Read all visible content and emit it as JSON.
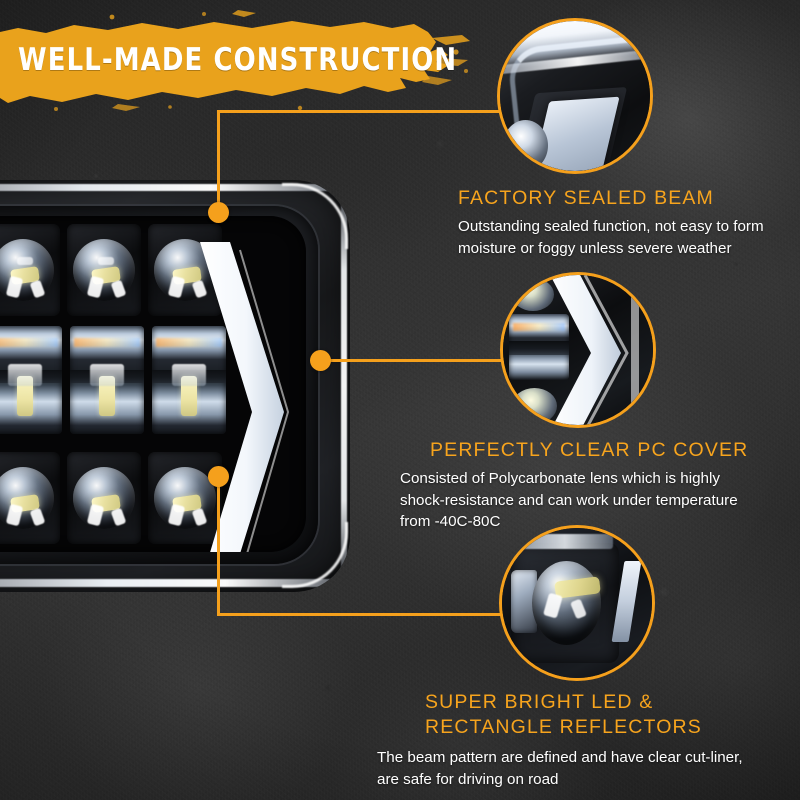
{
  "banner": {
    "title": "WELL-MADE CONSTRUCTION",
    "color": "#E9A21C",
    "text_color": "#FFFFFF"
  },
  "theme": {
    "accent": "#F5A01C",
    "heading_color": "#F7A41D",
    "body_color": "#FFFFFF",
    "background": "#2B2B2B"
  },
  "product": {
    "name": "led-headlight",
    "led_top_row_count": 4,
    "led_middle_row_count": 4,
    "led_bottom_row_count": 4,
    "drl_shape": "chevron"
  },
  "callouts": [
    {
      "name": "sealed-corner-closeup"
    },
    {
      "name": "pc-cover-chevron-closeup"
    },
    {
      "name": "projector-lens-closeup"
    }
  ],
  "features": [
    {
      "heading": "FACTORY SEALED BEAM",
      "body_lines": [
        "Outstanding sealed function, not easy to form",
        "moisture or foggy unless severe weather"
      ]
    },
    {
      "heading": "PERFECTLY CLEAR PC COVER",
      "body_lines": [
        "Consisted of Polycarbonate lens which is highly",
        "shock-resistance and can work under temperature",
        "from -40C-80C"
      ]
    },
    {
      "heading_line_1": "SUPER BRIGHT LED &",
      "heading_line_2": "RECTANGLE REFLECTORS",
      "body_lines": [
        "The beam pattern are defined and have clear cut-liner,",
        "are safe for driving on road"
      ]
    }
  ]
}
